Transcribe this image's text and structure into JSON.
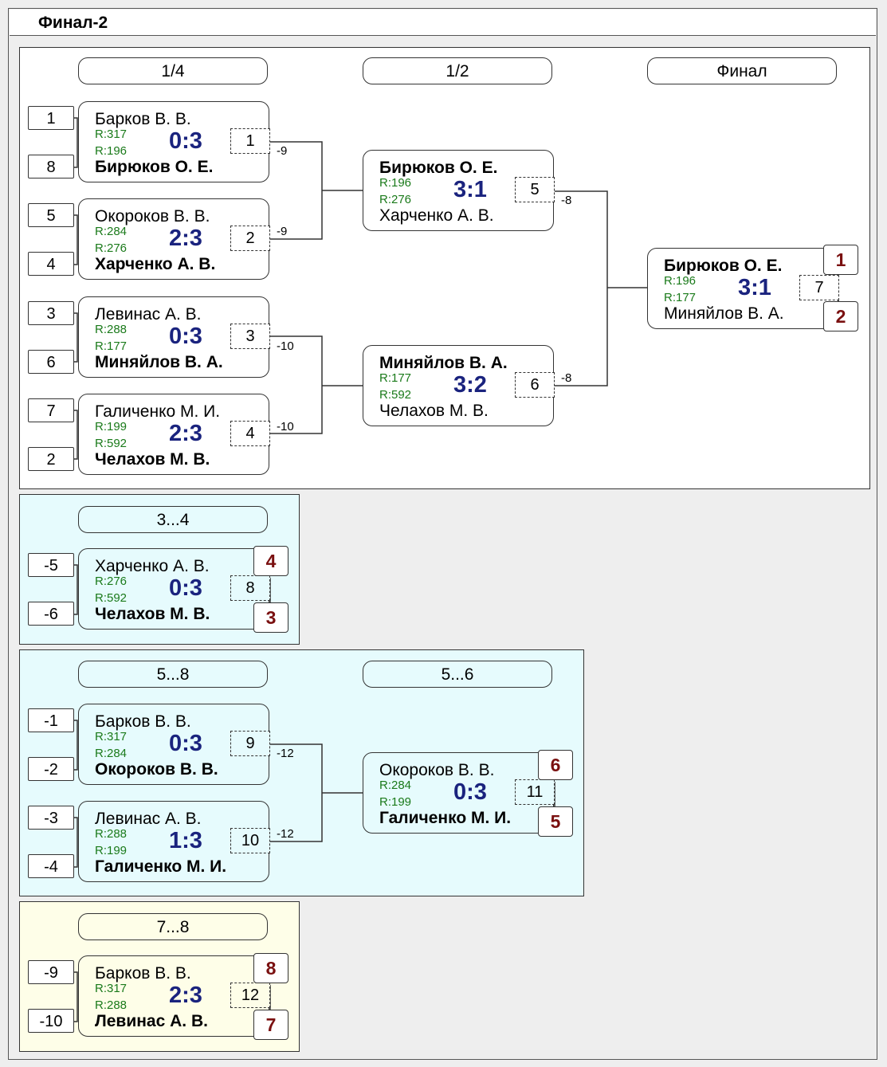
{
  "title": "Финал-2",
  "main": {
    "headers": [
      "1/4",
      "1/2",
      "Финал"
    ],
    "qf_seeds": [
      "1",
      "8",
      "5",
      "4",
      "3",
      "6",
      "7",
      "2"
    ],
    "qf": [
      {
        "p1": "Барков В. В.",
        "r1": "R:317",
        "r2": "R:196",
        "score": "0:3",
        "num": "1",
        "p2": "Бирюков О. Е.",
        "loss": "-9"
      },
      {
        "p1": "Окороков В. В.",
        "r1": "R:284",
        "r2": "R:276",
        "score": "2:3",
        "num": "2",
        "p2": "Харченко А. В.",
        "loss": "-9"
      },
      {
        "p1": "Левинас А. В.",
        "r1": "R:288",
        "r2": "R:177",
        "score": "0:3",
        "num": "3",
        "p2": "Миняйлов В. А.",
        "loss": "-10"
      },
      {
        "p1": "Галиченко М. И.",
        "r1": "R:199",
        "r2": "R:592",
        "score": "2:3",
        "num": "4",
        "p2": "Челахов М. В.",
        "loss": "-10"
      }
    ],
    "sf": [
      {
        "p1": "Бирюков О. Е.",
        "r1": "R:196",
        "r2": "R:276",
        "score": "3:1",
        "num": "5",
        "p2": "Харченко А. В.",
        "loss": "-8"
      },
      {
        "p1": "Миняйлов В. А.",
        "r1": "R:177",
        "r2": "R:592",
        "score": "3:2",
        "num": "6",
        "p2": "Челахов М. В.",
        "loss": "-8"
      }
    ],
    "final": {
      "p1": "Бирюков О. Е.",
      "r1": "R:196",
      "r2": "R:177",
      "score": "3:1",
      "num": "7",
      "p2": "Миняйлов В. А.",
      "place1": "1",
      "place2": "2"
    }
  },
  "p34": {
    "header": "3...4",
    "seeds": [
      "-5",
      "-6"
    ],
    "match": {
      "p1": "Харченко А. В.",
      "r1": "R:276",
      "r2": "R:592",
      "score": "0:3",
      "num": "8",
      "p2": "Челахов М. В.",
      "place1": "4",
      "place2": "3"
    }
  },
  "p58": {
    "headers": [
      "5...8",
      "5...6"
    ],
    "seeds": [
      "-1",
      "-2",
      "-3",
      "-4"
    ],
    "m1": {
      "p1": "Барков В. В.",
      "r1": "R:317",
      "r2": "R:284",
      "score": "0:3",
      "num": "9",
      "p2": "Окороков В. В.",
      "loss": "-12"
    },
    "m2": {
      "p1": "Левинас А. В.",
      "r1": "R:288",
      "r2": "R:199",
      "score": "1:3",
      "num": "10",
      "p2": "Галиченко М. И.",
      "loss": "-12"
    },
    "m3": {
      "p1": "Окороков В. В.",
      "r1": "R:284",
      "r2": "R:199",
      "score": "0:3",
      "num": "11",
      "p2": "Галиченко М. И.",
      "place1": "6",
      "place2": "5"
    }
  },
  "p78": {
    "header": "7...8",
    "seeds": [
      "-9",
      "-10"
    ],
    "match": {
      "p1": "Барков В. В.",
      "r1": "R:317",
      "r2": "R:288",
      "score": "2:3",
      "num": "12",
      "p2": "Левинас А. В.",
      "place1": "8",
      "place2": "7"
    }
  },
  "colors": {
    "main_bg": "#ffffff",
    "cyan_bg": "#e6fbfd",
    "yellow_bg": "#fefee8",
    "score": "#1a237e",
    "rating": "#1a7a1a",
    "place": "#7a1010"
  }
}
